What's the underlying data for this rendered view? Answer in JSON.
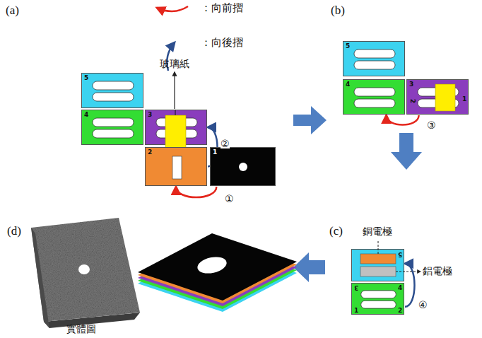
{
  "diagram": {
    "nodes": [
      {
        "text": [
          "5"
        ]
      },
      {
        "text": [
          "4"
        ]
      },
      {
        "text": [
          "3"
        ]
      },
      {
        "text": [
          "2"
        ]
      },
      {
        "text": [
          "1"
        ]
      },
      {
        "text": [
          "5"
        ]
      },
      {
        "text": [
          "4"
        ]
      },
      {
        "text": [
          "3",
          "1",
          "2"
        ]
      },
      {
        "text": [
          "5"
        ]
      },
      {
        "text": [
          "3",
          "4",
          "1",
          "2"
        ]
      }
    ],
    "edges": [
      {
        "from": 4,
        "to": 3,
        "label": "①",
        "arrow": "to"
      },
      {
        "from": 3,
        "to": 2,
        "label": "②",
        "arrow": "to"
      },
      {
        "from": 7,
        "to": 6,
        "label": "③",
        "arrow": "to"
      },
      {
        "from": 9,
        "to": 8,
        "label": "④",
        "arrow": "to"
      }
    ],
    "labels": [
      "(a)",
      "(b)",
      "(c)",
      "(d)",
      "玻璃紙",
      "銅電極",
      "鋁電極",
      "實體圖"
    ],
    "legend": [
      {
        "text": "：向前摺"
      },
      {
        "text": "：向後摺"
      }
    ]
  }
}
